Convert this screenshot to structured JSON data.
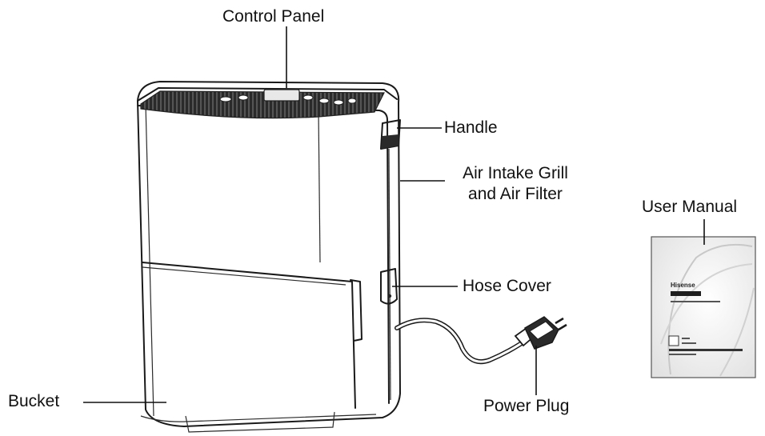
{
  "labels": {
    "control_panel": "Control Panel",
    "handle": "Handle",
    "air_intake_line1": "Air Intake Grill",
    "air_intake_line2": "and Air Filter",
    "user_manual": "User Manual",
    "hose_cover": "Hose Cover",
    "bucket": "Bucket",
    "power_plug": "Power Plug"
  },
  "manual_cover": {
    "brand": "Hisense"
  }
}
